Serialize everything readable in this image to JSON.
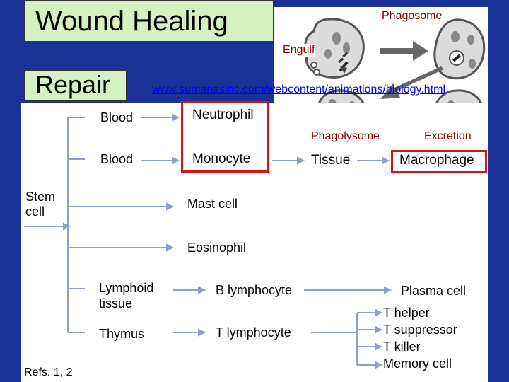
{
  "header": {
    "title": "Wound  Healing",
    "subtitle": "Repair",
    "url": "www.sumanasinc.com/webcontent/animations/biology.html"
  },
  "phagocytosis": {
    "phagosome": "Phagosome",
    "engulf": "Engulf",
    "phagolysome": "Phagolysome",
    "excretion": "Excretion"
  },
  "tree": {
    "stem_cell": "Stem\ncell",
    "rows": [
      {
        "origin": "Blood",
        "cell": "Neutrophil"
      },
      {
        "origin": "Blood",
        "cell": "Monocyte",
        "site": "Tissue",
        "product": "Macrophage"
      },
      {
        "cell": "Mast cell"
      },
      {
        "cell": "Eosinophil"
      },
      {
        "origin": "Lymphoid\ntissue",
        "cell": "B  lymphocyte",
        "product": "Plasma cell"
      },
      {
        "origin": "Thymus",
        "cell": "T  lymphocyte",
        "subtypes": [
          "T helper",
          "T suppressor",
          "T killer",
          "Memory cell"
        ]
      }
    ]
  },
  "refs": "Refs. 1, 2",
  "colors": {
    "background": "#1a3296",
    "accent_box": "#d2f2c2",
    "highlight": "#d01818",
    "link": "#0000ff"
  }
}
